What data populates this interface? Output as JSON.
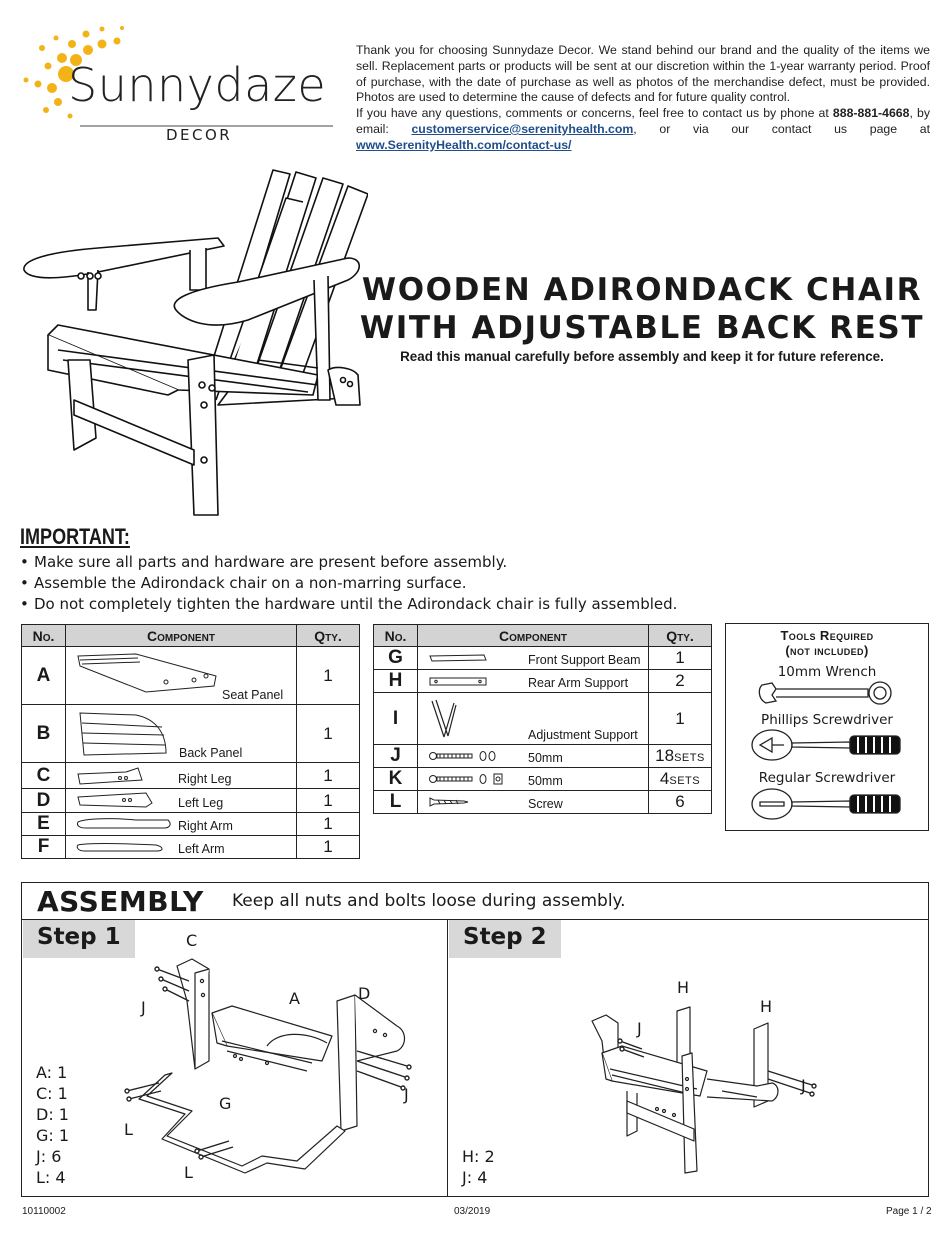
{
  "brand": {
    "name": "Sunnydaze",
    "sub": "DECOR",
    "accent_color": "#f2b318"
  },
  "intro": {
    "p1": "Thank you for choosing Sunnydaze Decor. We stand behind our brand and the quality of the items we sell. Replacement parts or products will be sent at our discretion within the 1-year warranty period. Proof of purchase, with the date of purchase as well as photos of the merchandise defect, must be provided. Photos are used to determine the cause of defects and for future quality control.",
    "p2_a": "If you have any questions, comments or concerns, feel free to contact us by phone at ",
    "phone": "888-881-4668",
    "p2_b": ", by email: ",
    "email": "customerservice@serenityhealth.com",
    "p2_c": ", or via our contact us page at ",
    "url": "www.SerenityHealth.com/contact-us/"
  },
  "title": {
    "line1": "WOODEN ADIRONDACK CHAIR",
    "line2": "WITH ADJUSTABLE BACK REST",
    "subtitle": "Read this manual carefully before assembly and keep it for future reference."
  },
  "important": {
    "heading": "IMPORTANT:",
    "bullets": [
      "Make sure all parts and hardware are present before assembly.",
      "Assemble the Adirondack chair on a non-marring surface.",
      "Do not completely tighten the hardware until the Adirondack chair is fully assembled."
    ]
  },
  "table_headers": {
    "no": "No.",
    "component": "Component",
    "qty": "Qty."
  },
  "parts_left": [
    {
      "no": "A",
      "component": "Seat Panel",
      "qty": "1"
    },
    {
      "no": "B",
      "component": "Back Panel",
      "qty": "1"
    },
    {
      "no": "C",
      "component": "Right Leg",
      "qty": "1"
    },
    {
      "no": "D",
      "component": "Left Leg",
      "qty": "1"
    },
    {
      "no": "E",
      "component": "Right Arm",
      "qty": "1"
    },
    {
      "no": "F",
      "component": "Left Arm",
      "qty": "1"
    }
  ],
  "parts_right": [
    {
      "no": "G",
      "component": "Front Support Beam",
      "qty": "1",
      "unit": ""
    },
    {
      "no": "H",
      "component": "Rear Arm Support",
      "qty": "2",
      "unit": ""
    },
    {
      "no": "I",
      "component": "Adjustment Support",
      "qty": "1",
      "unit": ""
    },
    {
      "no": "J",
      "component": "50mm",
      "qty": "18",
      "unit": "SETS"
    },
    {
      "no": "K",
      "component": "50mm",
      "qty": "4",
      "unit": "SETS"
    },
    {
      "no": "L",
      "component": "Screw",
      "qty": "6",
      "unit": ""
    }
  ],
  "tools": {
    "title_line1": "Tools Required",
    "title_line2": "(not included)",
    "items": [
      "10mm Wrench",
      "Phillips Screwdriver",
      "Regular Screwdriver"
    ]
  },
  "assembly": {
    "title": "ASSEMBLY",
    "note": "Keep all nuts and bolts loose during assembly.",
    "step1": {
      "label": "Step 1",
      "qty_lines": [
        "A:  1",
        "C:  1",
        "D:  1",
        "G:  1",
        "J:   6",
        "L:   4"
      ],
      "diagram_labels": [
        "C",
        "A",
        "D",
        "J",
        "J",
        "G",
        "L",
        "L"
      ]
    },
    "step2": {
      "label": "Step 2",
      "qty_lines": [
        "H:  2",
        "J:   4"
      ],
      "diagram_labels": [
        "H",
        "H",
        "J",
        "J"
      ]
    }
  },
  "footer": {
    "code": "10110002",
    "date": "03/2019",
    "page": "Page 1 / 2"
  }
}
